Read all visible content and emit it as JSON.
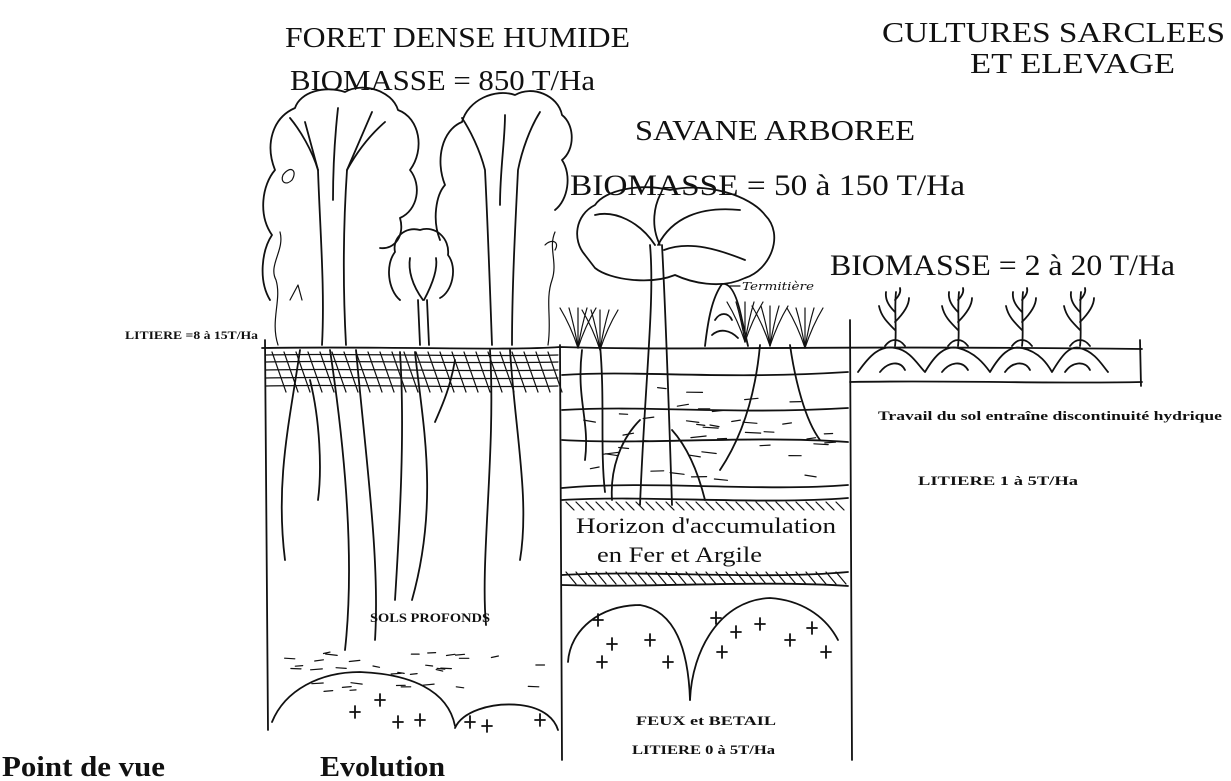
{
  "colors": {
    "ink": "#111111",
    "paper": "#ffffff"
  },
  "labels": {
    "forest_title": "FORET DENSE HUMIDE",
    "forest_biomass": "BIOMASSE = 850 T/Ha",
    "crops_title_1": "CULTURES SARCLEES",
    "crops_title_2": "ET ELEVAGE",
    "savanna_title": "SAVANE ARBOREE",
    "savanna_biomass": "BIOMASSE = 50 à 150 T/Ha",
    "crops_biomass": "BIOMASSE = 2 à 20 T/Ha",
    "forest_litter": "LITIERE =8 à 15T/Ha",
    "termite_label": "Termitière",
    "tillage_note": "Travail du sol entraîne discontinuité hydrique",
    "crops_litter": "LITIERE 1 à 5T/Ha",
    "horizon_1": "Horizon d'accumulation",
    "horizon_2": "en Fer et Argile",
    "deep_soils": "SOLS PROFONDS",
    "fire_cattle": "FEUX et BETAIL",
    "savanna_litter": "LITIERE 0 à 5T/Ha",
    "point_of_view": "Point de vue",
    "evolution": "Evolution"
  }
}
